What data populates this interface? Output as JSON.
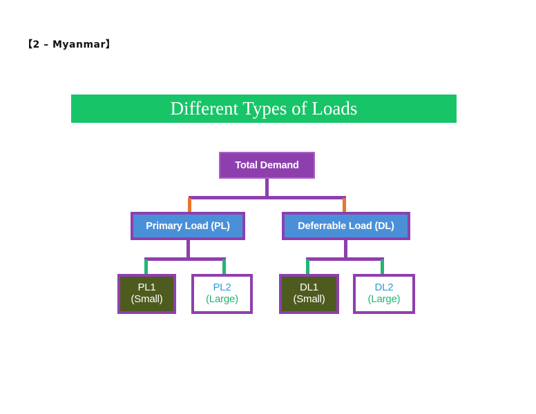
{
  "slide": {
    "label": "【2 – Myanmar】"
  },
  "title": {
    "text": "Different Types of Loads",
    "banner_color": "#18c468",
    "text_color": "#ffffff"
  },
  "colors": {
    "purple": "#8e3fae",
    "purple_light": "#a963c6",
    "blue": "#4a90d9",
    "olive": "#4e5b1e",
    "orange": "#e8762c",
    "green": "#22b573",
    "text_blue": "#2e9bd6",
    "text_green": "#22b573",
    "white": "#ffffff"
  },
  "diagram": {
    "type": "tree",
    "root": {
      "id": "total-demand",
      "label": "Total Demand"
    },
    "level2": [
      {
        "id": "primary-load",
        "label": "Primary Load (PL)"
      },
      {
        "id": "deferrable-load",
        "label": "Deferrable Load (DL)"
      }
    ],
    "level3": [
      {
        "id": "pl1",
        "line1": "PL1",
        "line2": "(Small)",
        "style": "small"
      },
      {
        "id": "pl2",
        "line1": "PL2",
        "line2": "(Large)",
        "style": "large"
      },
      {
        "id": "dl1",
        "line1": "DL1",
        "line2": "(Small)",
        "style": "small"
      },
      {
        "id": "dl2",
        "line1": "DL2",
        "line2": "(Large)",
        "style": "large"
      }
    ],
    "edges": [
      {
        "from": "total-demand",
        "to": "primary-load",
        "color": "#8e3fae",
        "drop_color": "#e8762c"
      },
      {
        "from": "total-demand",
        "to": "deferrable-load",
        "color": "#8e3fae",
        "drop_color": "#e8762c"
      },
      {
        "from": "primary-load",
        "to": "pl1",
        "color": "#8e3fae",
        "drop_color": "#22b573"
      },
      {
        "from": "primary-load",
        "to": "pl2",
        "color": "#8e3fae",
        "drop_color": "#22b573"
      },
      {
        "from": "deferrable-load",
        "to": "dl1",
        "color": "#8e3fae",
        "drop_color": "#22b573"
      },
      {
        "from": "deferrable-load",
        "to": "dl2",
        "color": "#8e3fae",
        "drop_color": "#22b573"
      }
    ]
  }
}
